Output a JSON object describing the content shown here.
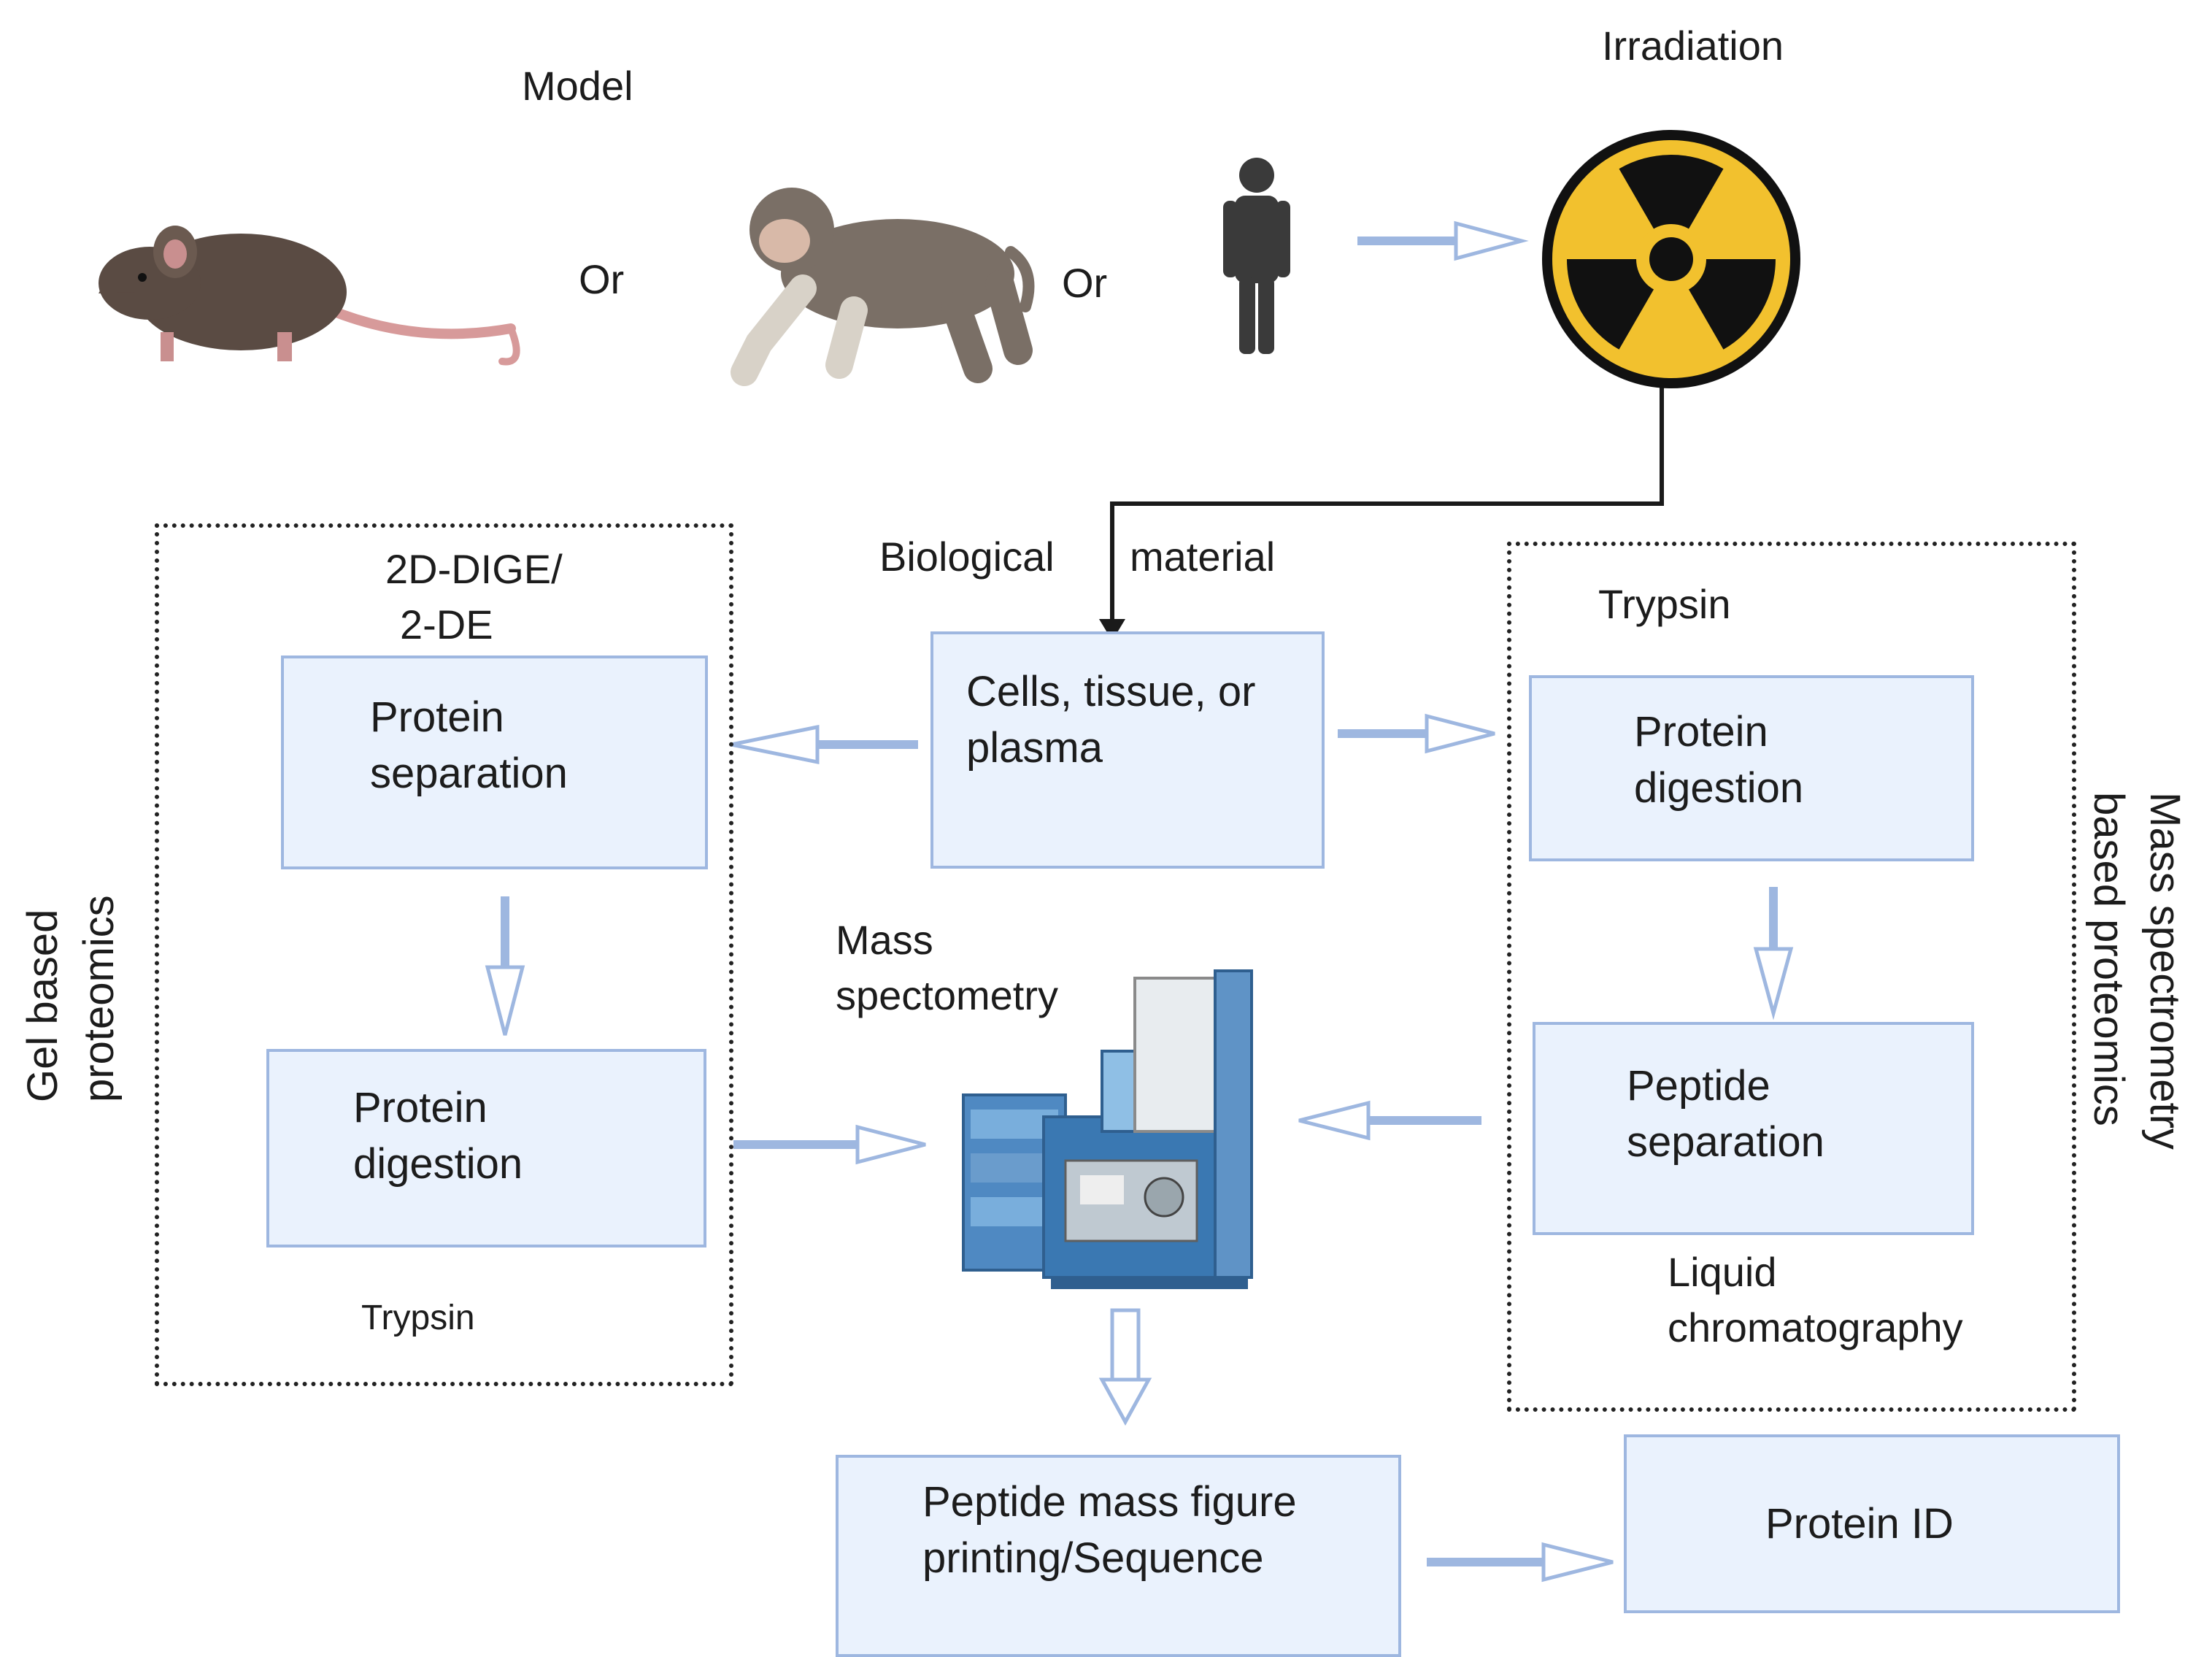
{
  "header": {
    "model_label": "Model",
    "or_label_1": "Or",
    "or_label_2": "Or",
    "irradiation_label": "Irradiation"
  },
  "icons": {
    "mouse": "mouse-icon",
    "monkey": "monkey-icon",
    "human": "human-silhouette-icon",
    "radiation": "radiation-symbol-icon",
    "mass_spectrometer": "mass-spectrometer-icon"
  },
  "colors": {
    "box_fill": "#eaf2fd",
    "box_border": "#9eb7e0",
    "arrow": "#9eb7e0",
    "radiation_yellow": "#f2c12e",
    "radiation_black": "#111111"
  },
  "center": {
    "biological_label": "Biological",
    "material_label": "material",
    "source_box": [
      "Cells, tissue, or",
      "plasma"
    ],
    "ms_label": [
      "Mass",
      "spectometry"
    ],
    "pmf_box": [
      "Peptide mass figure",
      "printing/Sequence"
    ],
    "protein_id_box": "Protein ID"
  },
  "gel_panel": {
    "side_label": [
      "Gel based",
      "proteomics"
    ],
    "method_label": [
      "2D-DIGE/",
      "2-DE"
    ],
    "box1": [
      "Protein",
      "separation"
    ],
    "box2": [
      "Protein",
      "digestion"
    ],
    "enzyme_label": "Trypsin"
  },
  "ms_panel": {
    "side_label": [
      "Mass spectrometry",
      "based proteomics"
    ],
    "enzyme_label": "Trypsin",
    "box1": [
      "Protein",
      "digestion"
    ],
    "box2": [
      "Peptide",
      "separation"
    ],
    "method_label": [
      "Liquid",
      "chromatography"
    ]
  }
}
